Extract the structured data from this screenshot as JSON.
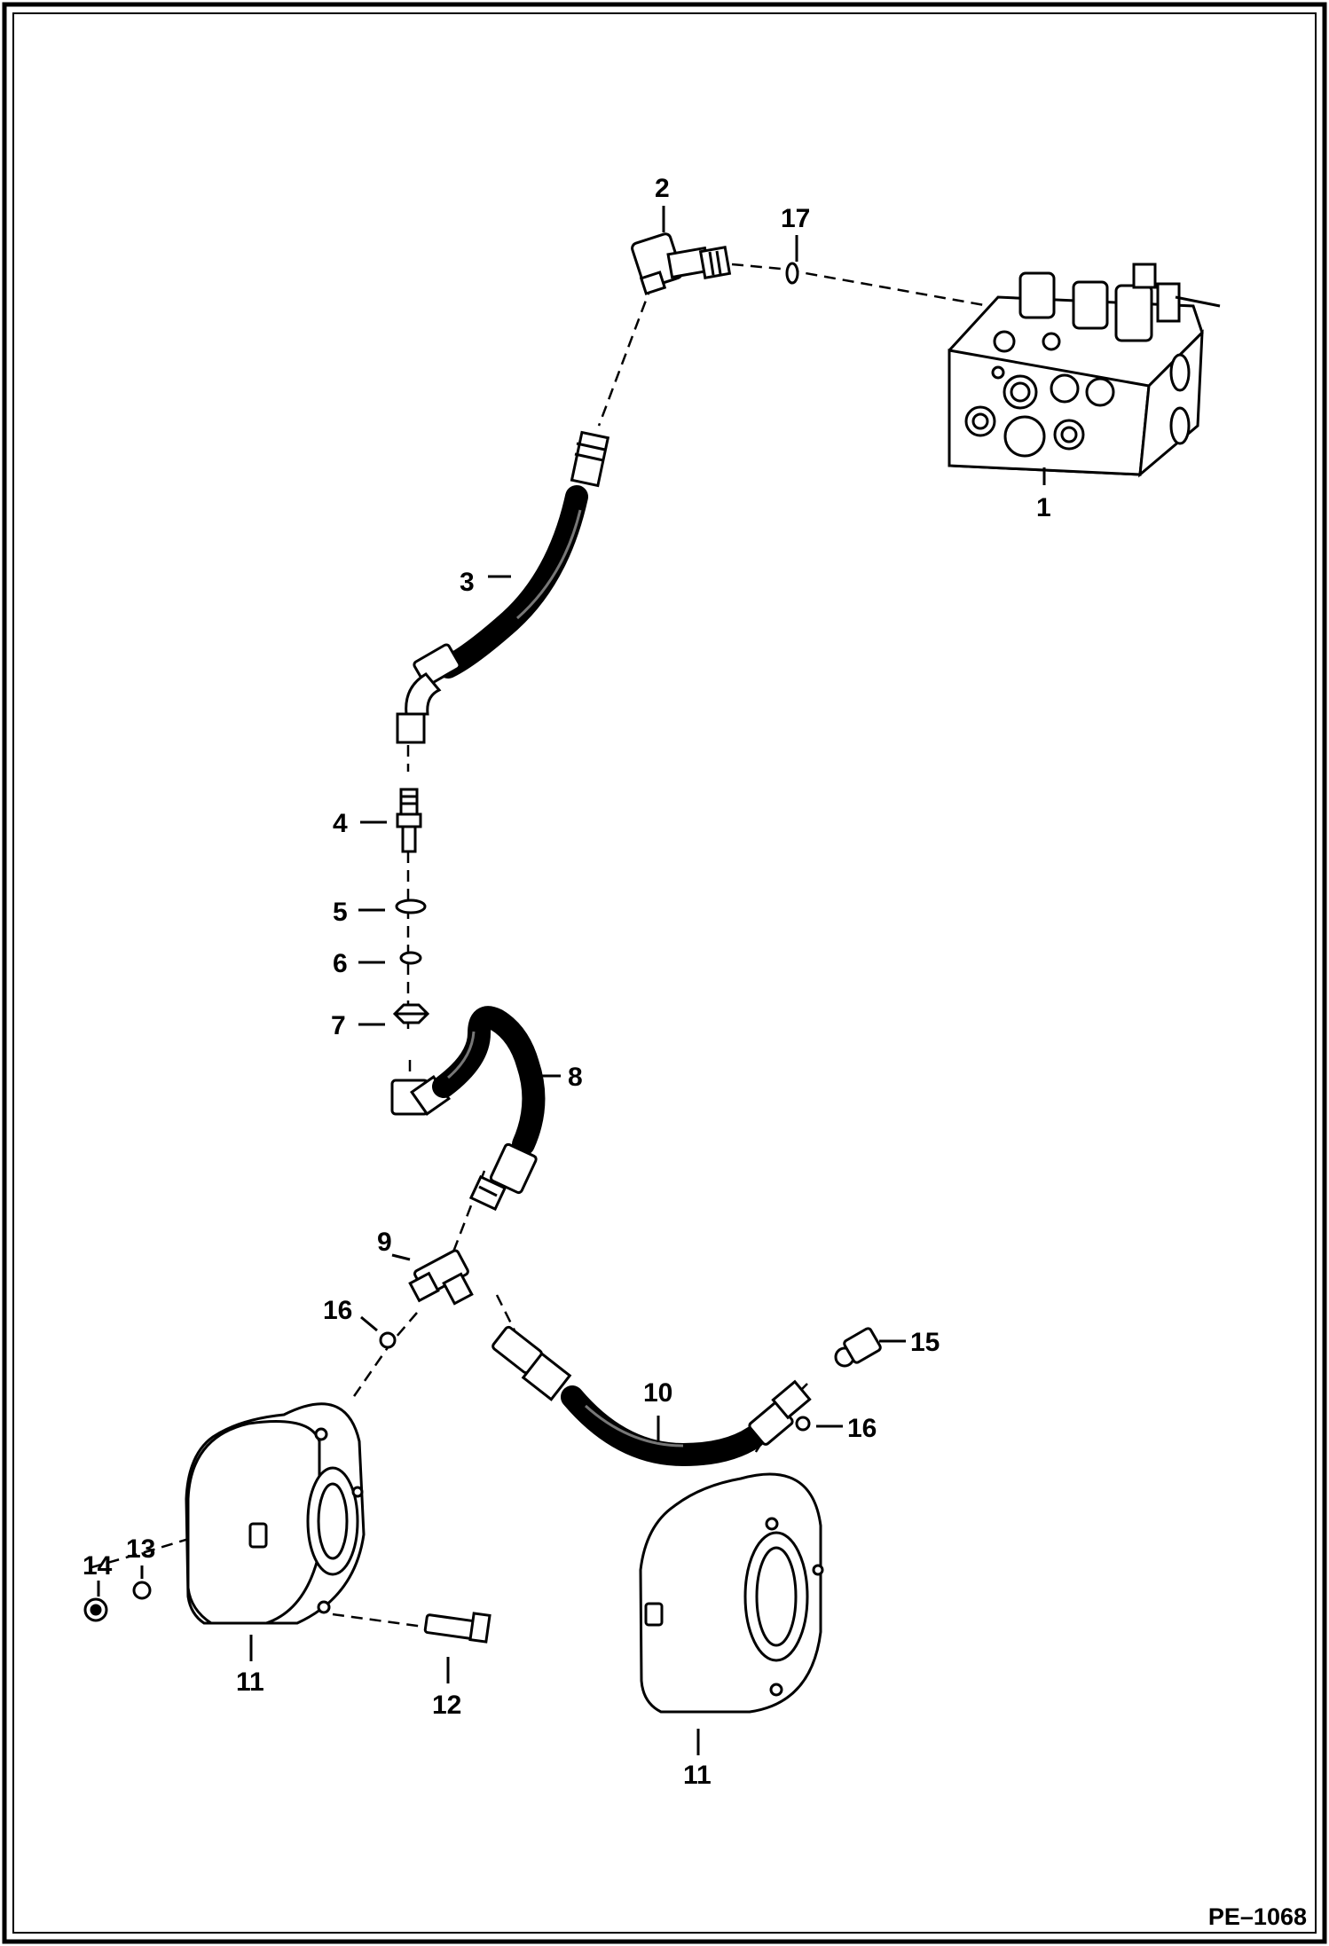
{
  "diagram": {
    "figure_code": "PE–1068",
    "callouts": [
      "1",
      "2",
      "3",
      "4",
      "5",
      "6",
      "7",
      "8",
      "9",
      "10",
      "11",
      "12",
      "13",
      "14",
      "15",
      "16",
      "17"
    ],
    "duplicate_callouts": {
      "eleven_second": "11",
      "sixteen_second": "16"
    }
  }
}
